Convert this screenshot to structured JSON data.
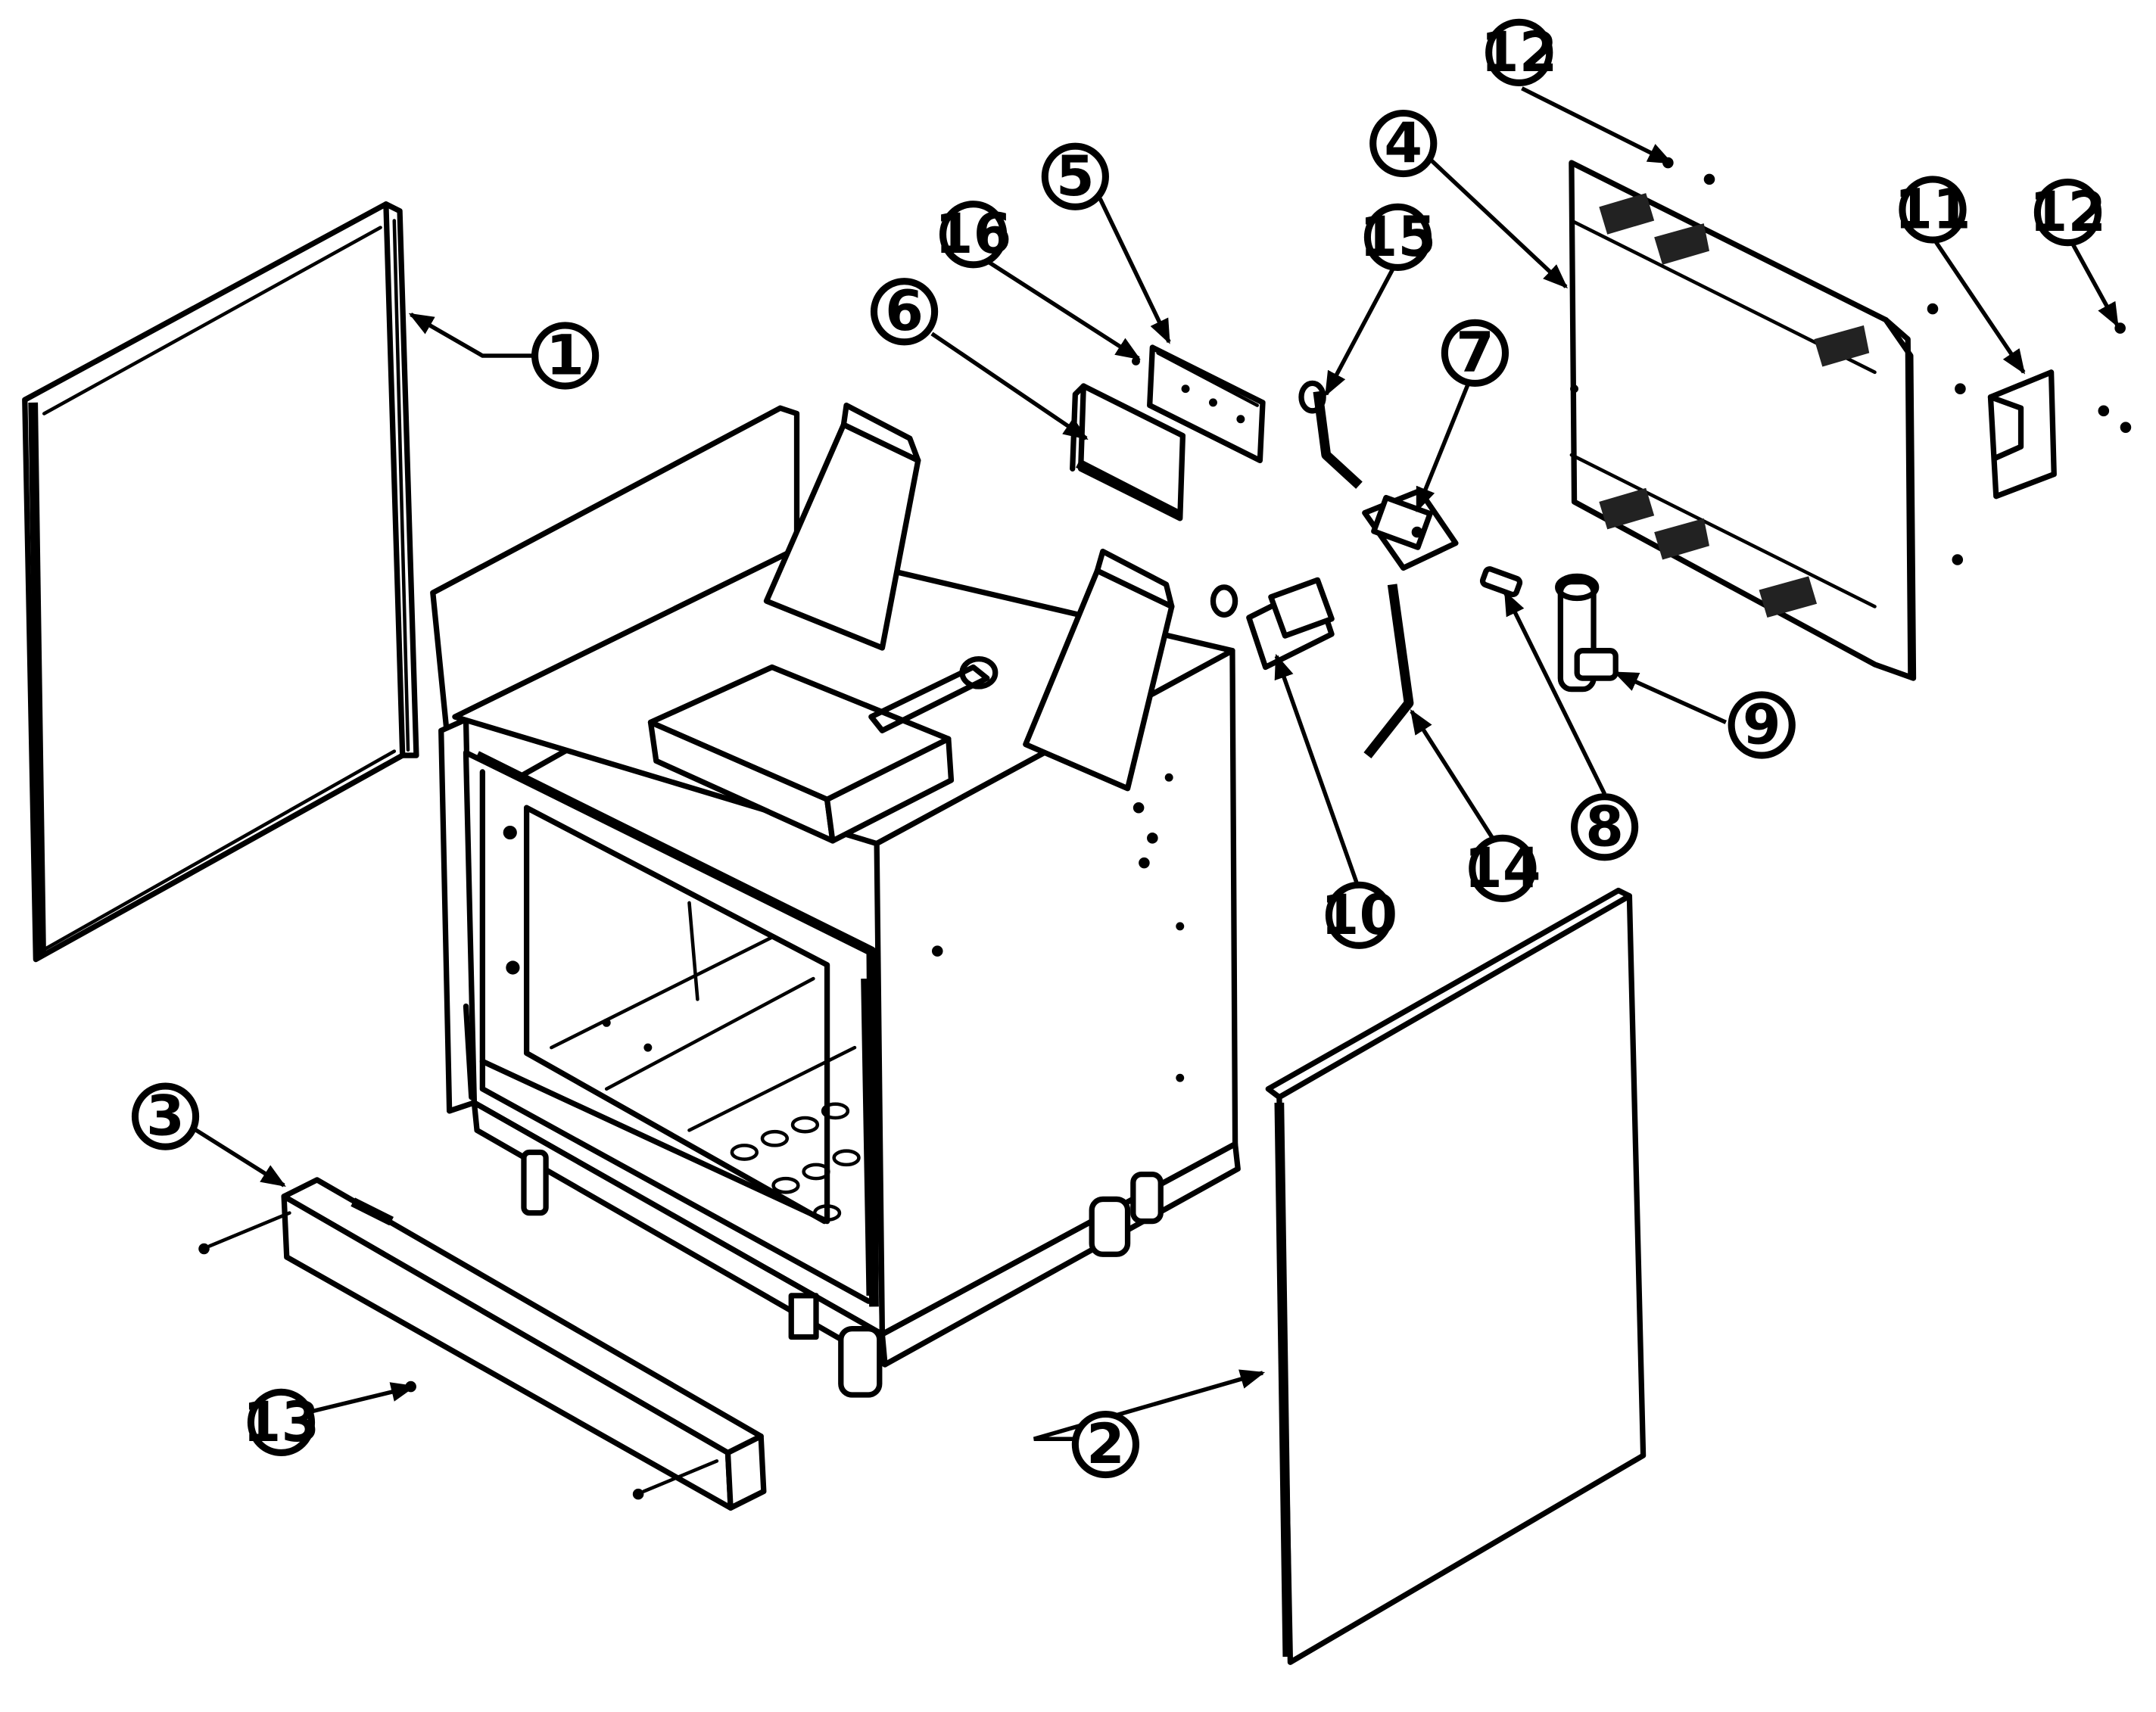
{
  "callouts": [
    {
      "label": "1"
    },
    {
      "label": "2"
    },
    {
      "label": "3"
    },
    {
      "label": "4"
    },
    {
      "label": "5"
    },
    {
      "label": "6"
    },
    {
      "label": "7"
    },
    {
      "label": "8"
    },
    {
      "label": "9"
    },
    {
      "label": "10"
    },
    {
      "label": "11"
    },
    {
      "label": "12"
    },
    {
      "label": "12"
    },
    {
      "label": "13"
    },
    {
      "label": "14"
    },
    {
      "label": "15"
    },
    {
      "label": "16"
    }
  ]
}
